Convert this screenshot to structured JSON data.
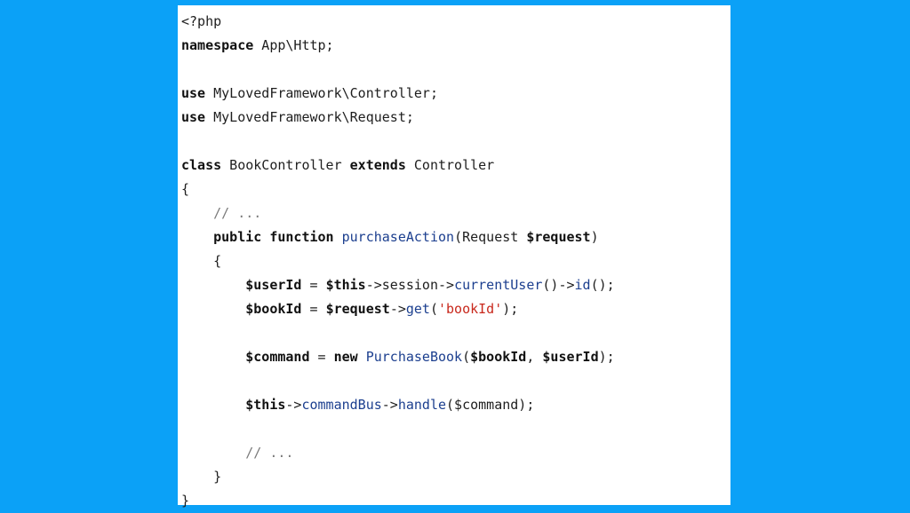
{
  "code": {
    "language": "php",
    "lines": [
      [
        {
          "t": "<?php",
          "k": "plain"
        }
      ],
      [
        {
          "t": "namespace",
          "k": "kw"
        },
        {
          "t": " App\\Http;",
          "k": "plain"
        }
      ],
      [],
      [
        {
          "t": "use",
          "k": "kw"
        },
        {
          "t": " MyLovedFramework\\Controller;",
          "k": "plain"
        }
      ],
      [
        {
          "t": "use",
          "k": "kw"
        },
        {
          "t": " MyLovedFramework\\Request;",
          "k": "plain"
        }
      ],
      [],
      [
        {
          "t": "class",
          "k": "kw"
        },
        {
          "t": " BookController ",
          "k": "plain"
        },
        {
          "t": "extends",
          "k": "kw"
        },
        {
          "t": " Controller",
          "k": "plain"
        }
      ],
      [
        {
          "t": "{",
          "k": "plain"
        }
      ],
      [
        {
          "t": "    ",
          "k": "plain"
        },
        {
          "t": "// ...",
          "k": "cmt"
        }
      ],
      [
        {
          "t": "    ",
          "k": "plain"
        },
        {
          "t": "public",
          "k": "kw"
        },
        {
          "t": " ",
          "k": "plain"
        },
        {
          "t": "function",
          "k": "kw"
        },
        {
          "t": " ",
          "k": "plain"
        },
        {
          "t": "purchaseAction",
          "k": "fn"
        },
        {
          "t": "(Request ",
          "k": "plain"
        },
        {
          "t": "$request",
          "k": "var"
        },
        {
          "t": ")",
          "k": "plain"
        }
      ],
      [
        {
          "t": "    {",
          "k": "plain"
        }
      ],
      [
        {
          "t": "        ",
          "k": "plain"
        },
        {
          "t": "$userId",
          "k": "var"
        },
        {
          "t": " = ",
          "k": "plain"
        },
        {
          "t": "$this",
          "k": "var"
        },
        {
          "t": "->session->",
          "k": "plain"
        },
        {
          "t": "currentUser",
          "k": "fn"
        },
        {
          "t": "()->",
          "k": "plain"
        },
        {
          "t": "id",
          "k": "fn"
        },
        {
          "t": "();",
          "k": "plain"
        }
      ],
      [
        {
          "t": "        ",
          "k": "plain"
        },
        {
          "t": "$bookId",
          "k": "var"
        },
        {
          "t": " = ",
          "k": "plain"
        },
        {
          "t": "$request",
          "k": "var"
        },
        {
          "t": "->",
          "k": "plain"
        },
        {
          "t": "get",
          "k": "fn"
        },
        {
          "t": "(",
          "k": "plain"
        },
        {
          "t": "'bookId'",
          "k": "str"
        },
        {
          "t": ");",
          "k": "plain"
        }
      ],
      [],
      [
        {
          "t": "        ",
          "k": "plain"
        },
        {
          "t": "$command",
          "k": "var"
        },
        {
          "t": " = ",
          "k": "plain"
        },
        {
          "t": "new",
          "k": "kw"
        },
        {
          "t": " ",
          "k": "plain"
        },
        {
          "t": "PurchaseBook",
          "k": "fn"
        },
        {
          "t": "(",
          "k": "plain"
        },
        {
          "t": "$bookId",
          "k": "var"
        },
        {
          "t": ", ",
          "k": "plain"
        },
        {
          "t": "$userId",
          "k": "var"
        },
        {
          "t": ");",
          "k": "plain"
        }
      ],
      [],
      [
        {
          "t": "        ",
          "k": "plain"
        },
        {
          "t": "$this",
          "k": "var"
        },
        {
          "t": "->",
          "k": "plain"
        },
        {
          "t": "commandBus",
          "k": "fn"
        },
        {
          "t": "->",
          "k": "plain"
        },
        {
          "t": "handle",
          "k": "fn"
        },
        {
          "t": "($command);",
          "k": "plain"
        }
      ],
      [],
      [
        {
          "t": "        ",
          "k": "plain"
        },
        {
          "t": "// ...",
          "k": "cmt"
        }
      ],
      [
        {
          "t": "    }",
          "k": "plain"
        }
      ],
      [
        {
          "t": "}",
          "k": "plain"
        }
      ]
    ]
  },
  "colors": {
    "background": "#0ba1f7",
    "panel": "#ffffff",
    "keyword": "#111111",
    "function": "#1c3f8f",
    "string": "#c8281c",
    "comment": "#7a7a7a"
  }
}
